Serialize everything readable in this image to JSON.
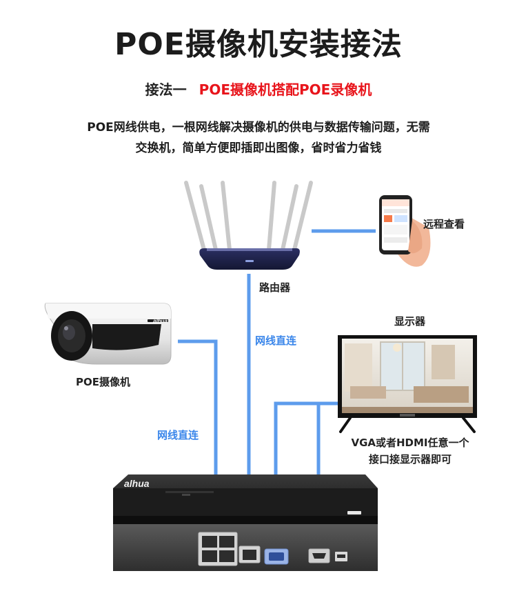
{
  "title": "POE摄像机安装接法",
  "subtitle": {
    "prefix": "接法一",
    "highlight": "POE摄像机搭配POE录像机"
  },
  "description": [
    "POE网线供电，一根网线解决摄像机的供电与数据传输问题，无需",
    "交换机，简单方便即插即出图像，省时省力省钱"
  ],
  "labels": {
    "router": "路由器",
    "phone": "远程查看",
    "camera": "POE摄像机",
    "monitor": "显示器",
    "monitor_note_line1": "VGA或者HDMI任意一个",
    "monitor_note_line2": "接口接显示器即可"
  },
  "cable_labels": {
    "router_link": "网线直连",
    "camera_link": "网线直连"
  },
  "brand": {
    "camera": "alhua",
    "nvr": "alhua"
  },
  "colors": {
    "cable": "#5d9cec",
    "highlight": "#e8141b",
    "label_blue": "#3a86ea"
  }
}
